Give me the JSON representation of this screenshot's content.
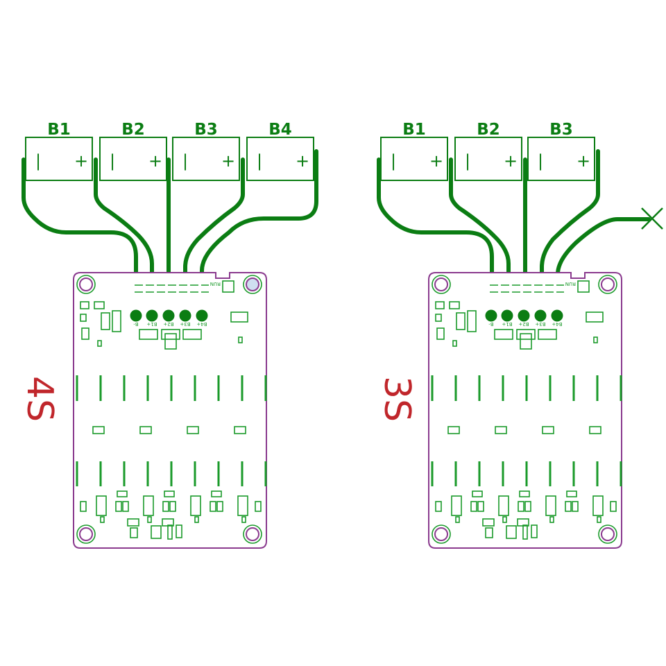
{
  "colors": {
    "trace": "#0b7d13",
    "outline": "#8a3a8e",
    "label": "#c0262b"
  },
  "left": {
    "config": "4S",
    "cells": [
      "B1",
      "B2",
      "B3",
      "B4"
    ],
    "pads": [
      "B-",
      "B1+",
      "B2+",
      "B3+",
      "B4+"
    ],
    "run": "RUN"
  },
  "right": {
    "config": "3S",
    "cells": [
      "B1",
      "B2",
      "B3"
    ],
    "pads": [
      "B-",
      "B1+",
      "B2+",
      "B3+",
      "B4+"
    ],
    "run": "RUN"
  },
  "symbols": {
    "minus": "|",
    "plus": "+"
  }
}
